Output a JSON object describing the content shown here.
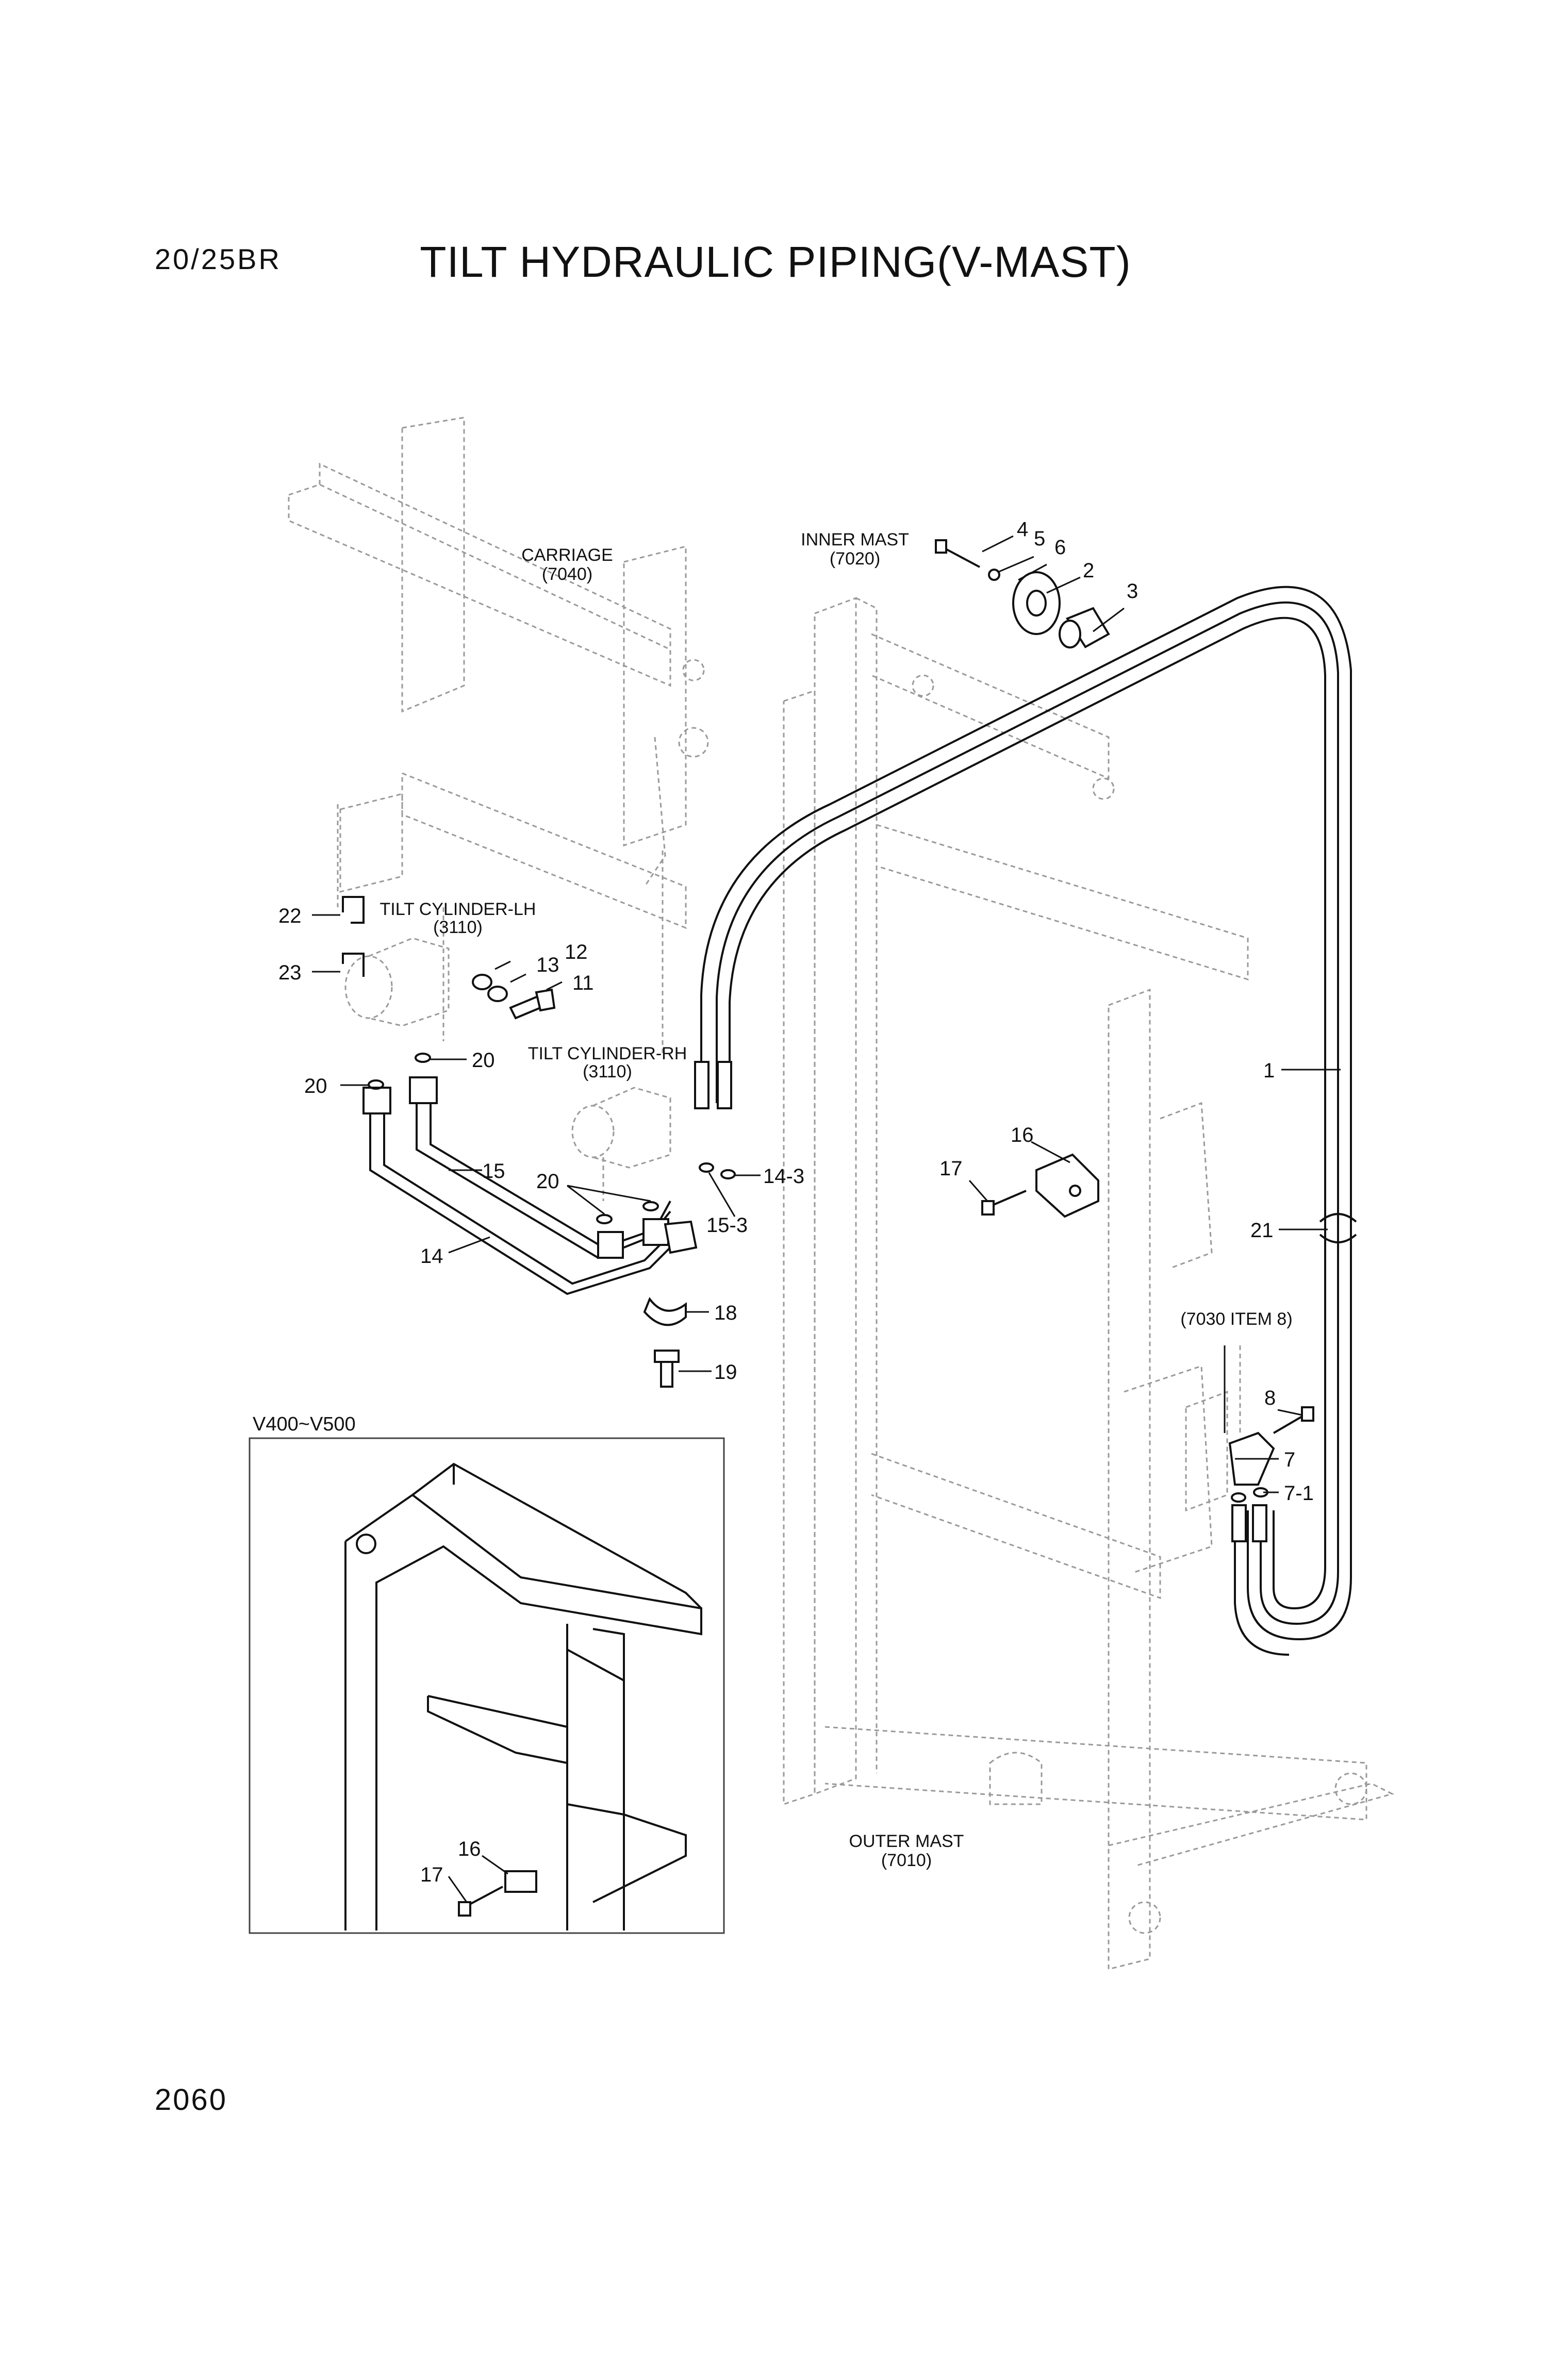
{
  "header": {
    "model": "20/25BR",
    "title": "TILT HYDRAULIC PIPING(V-MAST)"
  },
  "footer": {
    "page_number": "2060"
  },
  "assemblies": {
    "carriage": {
      "name": "CARRIAGE",
      "ref": "(7040)"
    },
    "inner_mast": {
      "name": "INNER MAST",
      "ref": "(7020)"
    },
    "outer_mast": {
      "name": "OUTER MAST",
      "ref": "(7010)"
    },
    "tilt_cylinder_lh": {
      "name": "TILT CYLINDER-LH",
      "ref": "(3110)"
    },
    "tilt_cylinder_rh": {
      "name": "TILT CYLINDER-RH",
      "ref": "(3110)"
    },
    "item_ref": {
      "name": "(7030 ITEM 8)"
    }
  },
  "inset": {
    "label": "V400~V500"
  },
  "callouts": {
    "c1": "1",
    "c2": "2",
    "c3": "3",
    "c4": "4",
    "c5": "5",
    "c6": "6",
    "c7": "7",
    "c7_1": "7-1",
    "c8": "8",
    "c11": "11",
    "c12": "12",
    "c13": "13",
    "c14": "14",
    "c14_3": "14-3",
    "c15": "15",
    "c15_3": "15-3",
    "c16": "16",
    "c17": "17",
    "c18": "18",
    "c19": "19",
    "c20a": "20",
    "c20b": "20",
    "c20c": "20",
    "c21": "21",
    "c22": "22",
    "c23": "23",
    "inset_c16": "16",
    "inset_c17": "17"
  }
}
